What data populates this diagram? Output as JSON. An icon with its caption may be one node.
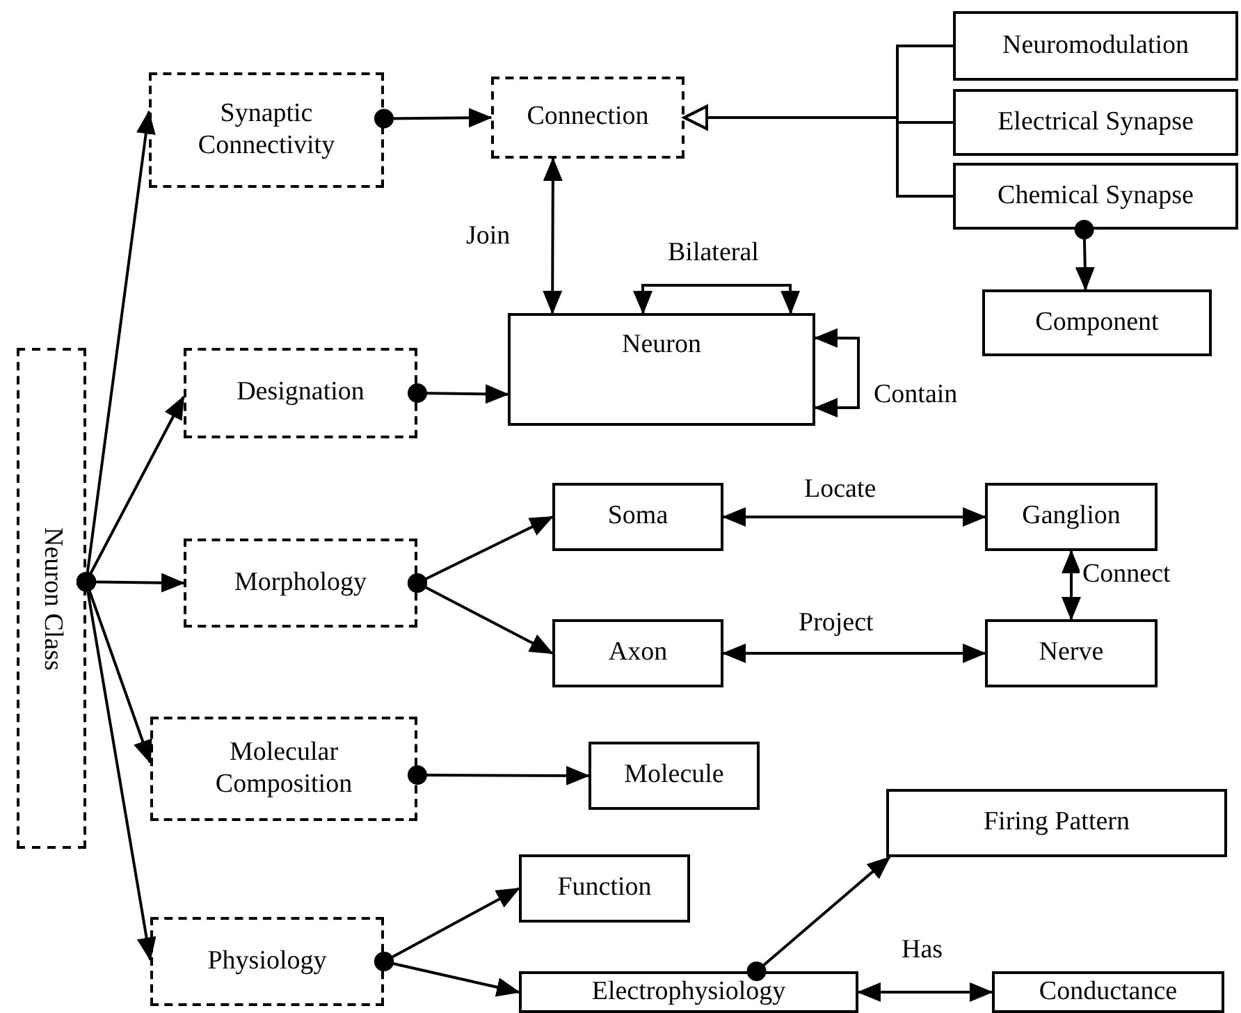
{
  "diagram": {
    "nodes": [
      {
        "text": [
          "Neuron Class"
        ]
      },
      {
        "text": [
          "Synaptic Connectivity"
        ]
      },
      {
        "text": [
          "Connection"
        ]
      },
      {
        "text": [
          "Neuromodulation"
        ]
      },
      {
        "text": [
          "Electrical Synapse"
        ]
      },
      {
        "text": [
          "Chemical Synapse"
        ]
      },
      {
        "text": [
          "Component"
        ]
      },
      {
        "text": [
          "Designation"
        ]
      },
      {
        "text": [
          "Neuron"
        ]
      },
      {
        "text": [
          "Morphology"
        ]
      },
      {
        "text": [
          "Soma"
        ]
      },
      {
        "text": [
          "Ganglion"
        ]
      },
      {
        "text": [
          "Axon"
        ]
      },
      {
        "text": [
          "Nerve"
        ]
      },
      {
        "text": [
          "Molecular Composition"
        ]
      },
      {
        "text": [
          "Molecule"
        ]
      },
      {
        "text": [
          "Firing Pattern"
        ]
      },
      {
        "text": [
          "Function"
        ]
      },
      {
        "text": [
          "Physiology"
        ]
      },
      {
        "text": [
          "Electrophysiology"
        ]
      },
      {
        "text": [
          "Conductance"
        ]
      }
    ],
    "edges": [
      {
        "from": 0,
        "to": 1,
        "arrow": "to"
      },
      {
        "from": 0,
        "to": 7,
        "arrow": "to"
      },
      {
        "from": 0,
        "to": 9,
        "arrow": "to"
      },
      {
        "from": 0,
        "to": 14,
        "arrow": "to"
      },
      {
        "from": 0,
        "to": 18,
        "arrow": "to"
      },
      {
        "from": 1,
        "to": 2,
        "arrow": "to"
      },
      {
        "from": 2,
        "to": 8,
        "arrow": "both",
        "label": "Join"
      },
      {
        "from": 3,
        "to": 2,
        "arrow": "to"
      },
      {
        "from": 4,
        "to": 2,
        "arrow": "to"
      },
      {
        "from": 5,
        "to": 2,
        "arrow": "to"
      },
      {
        "from": 5,
        "to": 6,
        "arrow": "to"
      },
      {
        "from": 7,
        "to": 8,
        "arrow": "to"
      },
      {
        "from": 8,
        "to": 8,
        "arrow": "both",
        "label": "Bilateral"
      },
      {
        "from": 8,
        "to": 8,
        "arrow": "both",
        "label": "Contain"
      },
      {
        "from": 9,
        "to": 10,
        "arrow": "to"
      },
      {
        "from": 9,
        "to": 12,
        "arrow": "to"
      },
      {
        "from": 10,
        "to": 11,
        "arrow": "both",
        "label": "Locate"
      },
      {
        "from": 12,
        "to": 13,
        "arrow": "both",
        "label": "Project"
      },
      {
        "from": 11,
        "to": 13,
        "arrow": "both",
        "label": "Connect"
      },
      {
        "from": 14,
        "to": 15,
        "arrow": "to"
      },
      {
        "from": 18,
        "to": 17,
        "arrow": "to"
      },
      {
        "from": 18,
        "to": 19,
        "arrow": "to"
      },
      {
        "from": 19,
        "to": 16,
        "arrow": "to"
      },
      {
        "from": 19,
        "to": 20,
        "arrow": "both",
        "label": "Has"
      }
    ]
  }
}
